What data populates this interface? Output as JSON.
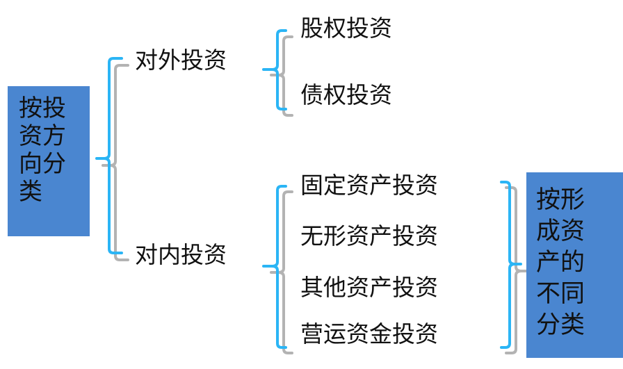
{
  "left_box": {
    "lines": [
      "按投",
      "资方",
      "向分",
      "类"
    ]
  },
  "right_box": {
    "lines": [
      "按形",
      "成资",
      "产的",
      "不同",
      "分类"
    ]
  },
  "level1": [
    "对外投资",
    "对内投资"
  ],
  "external": [
    "股权投资",
    "债权投资"
  ],
  "internal": [
    "固定资产投资",
    "无形资产投资",
    "其他资产投资",
    "营运资金投资"
  ],
  "colors": {
    "box": "#4a86d0",
    "brace_blue": "#2bb5f5",
    "brace_grey": "#b3b3b3"
  }
}
